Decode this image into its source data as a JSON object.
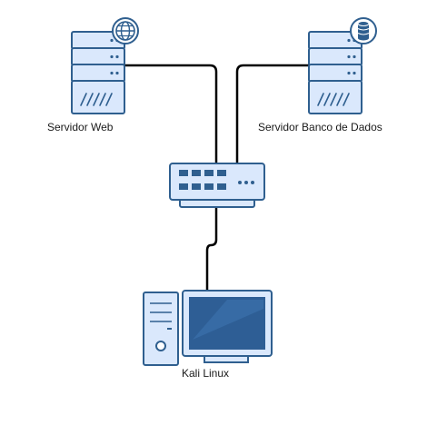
{
  "nodes": {
    "web_server": {
      "label": "Servidor Web",
      "icon": "globe-icon"
    },
    "db_server": {
      "label": "Servidor Banco de Dados",
      "icon": "database-icon"
    },
    "switch": {
      "icon": "network-switch-icon"
    },
    "workstation": {
      "label": "Kali Linux",
      "icon": "desktop-computer-icon"
    }
  },
  "connections": [
    {
      "from": "web_server",
      "to": "switch"
    },
    {
      "from": "db_server",
      "to": "switch"
    },
    {
      "from": "switch",
      "to": "workstation"
    }
  ],
  "colors": {
    "device_fill": "#dae8fc",
    "device_stroke": "#2f5f8f",
    "screen_fill": "#2e5e95",
    "line": "#000000"
  }
}
